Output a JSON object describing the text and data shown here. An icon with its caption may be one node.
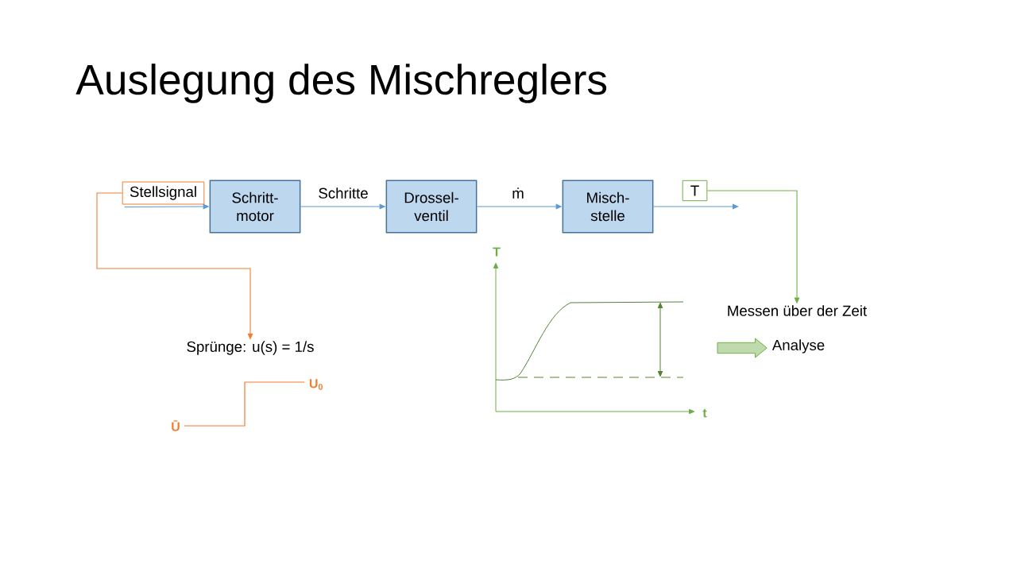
{
  "diagram": {
    "title": "Auslegung des Mischreglers",
    "nodes": [
      {
        "text": [
          "Stellsignal"
        ]
      },
      {
        "text": [
          "Schritt- motor"
        ]
      },
      {
        "text": [
          "Drossel- ventil"
        ]
      },
      {
        "text": [
          "Misch- stelle"
        ]
      },
      {
        "text": [
          "T"
        ]
      },
      {
        "text": [
          "Sprünge: u(s) = 1/s"
        ]
      },
      {
        "text": [
          "Messen über der Zeit"
        ]
      },
      {
        "text": [
          "Analyse"
        ]
      }
    ],
    "edges": [
      {
        "from": 0,
        "to": 1,
        "arrow": "to"
      },
      {
        "from": 1,
        "to": 2,
        "arrow": "to",
        "label": "Schritte"
      },
      {
        "from": 2,
        "to": 3,
        "arrow": "to",
        "label": "ṁ"
      },
      {
        "from": 3,
        "to": null,
        "arrow": "to"
      },
      {
        "from": 0,
        "to": 5,
        "arrow": "to",
        "color": "#ed7d31"
      },
      {
        "from": 4,
        "to": 6,
        "arrow": "to",
        "color": "#70ad47"
      },
      {
        "from": null,
        "to": 7,
        "arrow": "to",
        "style": "thick",
        "color": "#70ad47"
      }
    ],
    "labels": [
      "T",
      "U$_{0}$",
      "t",
      "Ū"
    ]
  }
}
